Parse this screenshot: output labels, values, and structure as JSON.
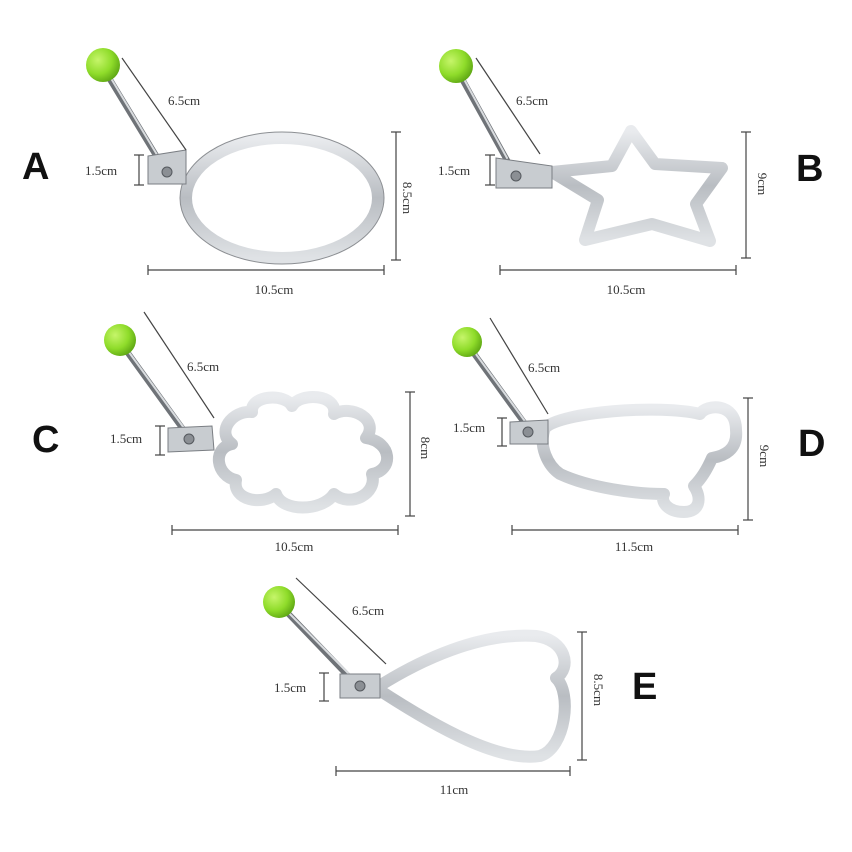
{
  "items": [
    {
      "letter": "A",
      "handle": "6.5cm",
      "bracket": "1.5cm",
      "height": "8.5cm",
      "width": "10.5cm"
    },
    {
      "letter": "B",
      "handle": "6.5cm",
      "bracket": "1.5cm",
      "height": "9cm",
      "width": "10.5cm"
    },
    {
      "letter": "C",
      "handle": "6.5cm",
      "bracket": "1.5cm",
      "height": "8cm",
      "width": "10.5cm"
    },
    {
      "letter": "D",
      "handle": "6.5cm",
      "bracket": "1.5cm",
      "height": "9cm",
      "width": "11.5cm"
    },
    {
      "letter": "E",
      "handle": "6.5cm",
      "bracket": "1.5cm",
      "height": "8.5cm",
      "width": "11cm"
    }
  ],
  "colors": {
    "knob": "#8fdc2a",
    "steel": "#c9cdd1",
    "text": "#111111"
  }
}
